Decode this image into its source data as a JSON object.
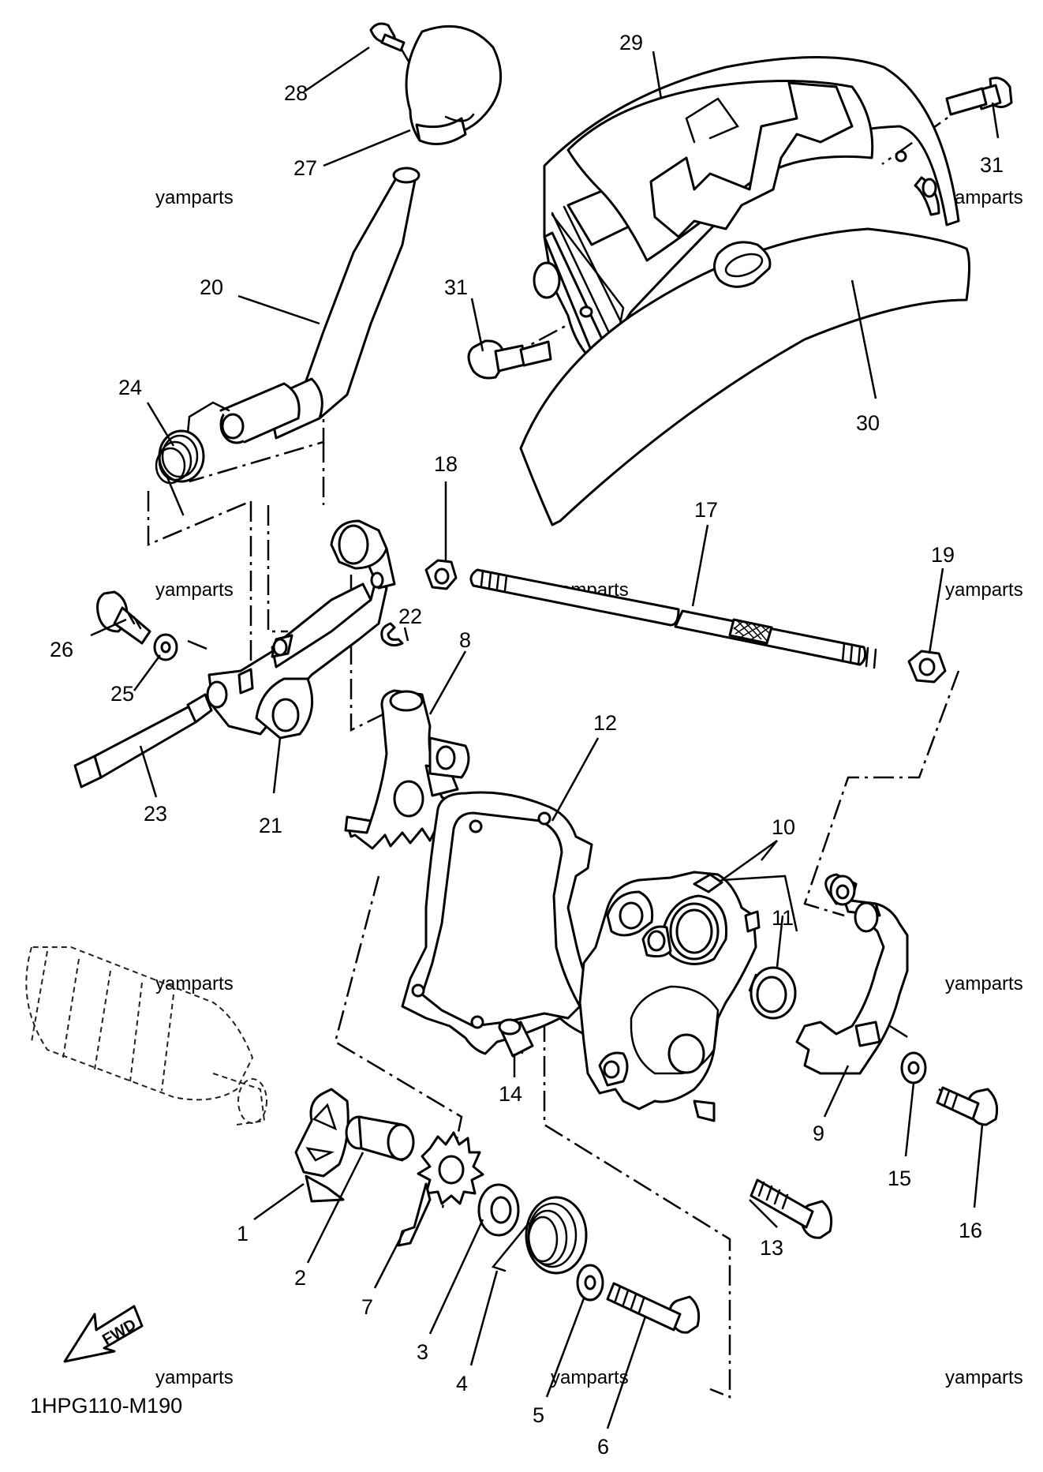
{
  "diagram_code": "1HPG110-M190",
  "fwd_label": "FWD",
  "watermark": "yamparts",
  "callouts": [
    {
      "id": "1",
      "label": "1"
    },
    {
      "id": "2",
      "label": "2"
    },
    {
      "id": "3",
      "label": "3"
    },
    {
      "id": "4",
      "label": "4"
    },
    {
      "id": "5",
      "label": "5"
    },
    {
      "id": "6",
      "label": "6"
    },
    {
      "id": "7",
      "label": "7"
    },
    {
      "id": "8",
      "label": "8"
    },
    {
      "id": "9",
      "label": "9"
    },
    {
      "id": "10",
      "label": "10"
    },
    {
      "id": "11",
      "label": "11"
    },
    {
      "id": "12",
      "label": "12"
    },
    {
      "id": "13",
      "label": "13"
    },
    {
      "id": "14",
      "label": "14"
    },
    {
      "id": "15",
      "label": "15"
    },
    {
      "id": "16",
      "label": "16"
    },
    {
      "id": "17",
      "label": "17"
    },
    {
      "id": "18",
      "label": "18"
    },
    {
      "id": "19",
      "label": "19"
    },
    {
      "id": "20",
      "label": "20"
    },
    {
      "id": "21",
      "label": "21"
    },
    {
      "id": "22",
      "label": "22"
    },
    {
      "id": "23",
      "label": "23"
    },
    {
      "id": "24",
      "label": "24"
    },
    {
      "id": "25",
      "label": "25"
    },
    {
      "id": "26",
      "label": "26"
    },
    {
      "id": "27",
      "label": "27"
    },
    {
      "id": "28",
      "label": "28"
    },
    {
      "id": "29",
      "label": "29"
    },
    {
      "id": "30",
      "label": "30"
    },
    {
      "id": "31a",
      "label": "31"
    },
    {
      "id": "31b",
      "label": "31"
    }
  ]
}
